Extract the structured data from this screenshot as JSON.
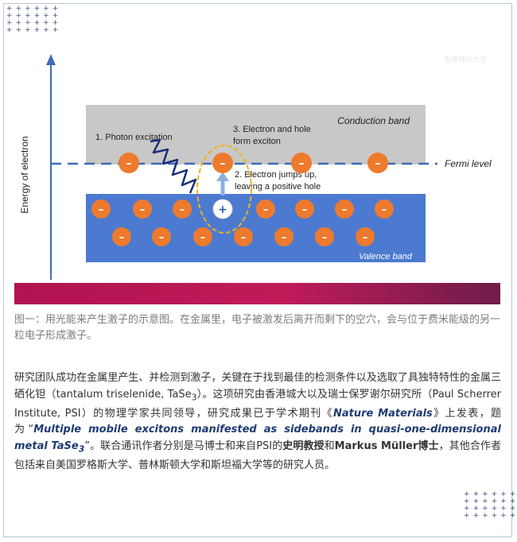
{
  "diagram": {
    "y_axis_label": "Energy of electron",
    "conduction_band_label": "Conduction band",
    "valence_band_label": "Valence band",
    "fermi_level_label": "Fermi level",
    "step1_label": "1. Photon excitation",
    "step2_line1": "2. Electron jumps up,",
    "step2_line2": "leaving a positive hole",
    "step3_line1": "3. Electron and hole",
    "step3_line2": "form exciton",
    "electron_symbol": "–",
    "hole_symbol": "+",
    "watermark": "香港城市大学",
    "colors": {
      "conduction_band": "#c8c8c8",
      "valence_band": "#4b7ad0",
      "electron": "#ee7a2d",
      "fermi_line": "#3d6bbd",
      "photon_wave": "#1b2f78",
      "exciton_ring": "#f0b31b",
      "axis": "#3f6bb7"
    }
  },
  "caption": "图一：用光能来产生激子的示意图。在金属里，电子被激发后离开而剩下的空穴，会与位于费米能级的另一粒电子形成激子。",
  "body": {
    "p1": "研究团队成功在金属里产生、并检测到激子，关键在于找到最佳的检测条件以及选取了具独特特性的金属三硒化钽（tantalum triselenide, TaSe",
    "sub1": "3",
    "p2": "）。这项研究由香港城大以及瑞士保罗谢尔研究所（Paul Scherrer Institute, PSI）的物理学家共同领导，研究成果已于学术期刊《",
    "journal": "Nature Materials",
    "p3": "》上发表，题为“",
    "paper_title": "Multiple mobile excitons manifested as sidebands in quasi-one-dimensional metal TaSe",
    "sub2": "3",
    "p4": "”。联合通讯作者分别是马博士和来自PSI的",
    "name1": "史明教授",
    "p5": "和",
    "name2": "Markus Müller博士",
    "p6": "，其他合作者包括来自美国罗格斯大学、普林斯顿大学和斯坦福大学等的研究人员。"
  }
}
